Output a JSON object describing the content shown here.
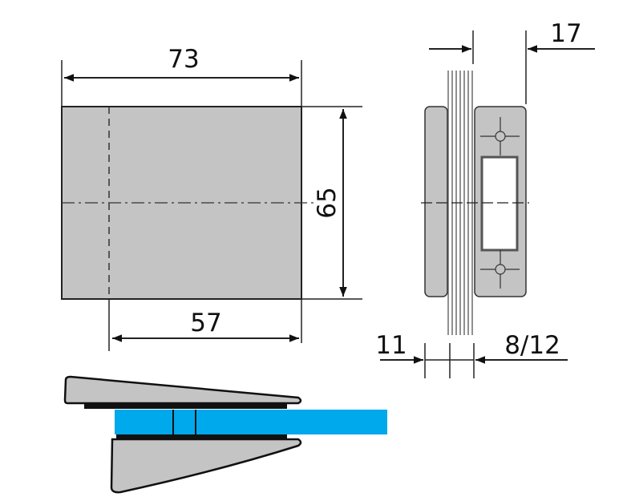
{
  "drawing": {
    "front_view": {
      "width_label": "73",
      "height_label": "65",
      "hole_offset_label": "57"
    },
    "side_view": {
      "depth_label": "17",
      "glass_gap_label": "11",
      "glass_thickness_label": "8/12"
    },
    "section_view": {
      "glass_color": "#00a8ec",
      "body_color": "#c4c4c4"
    }
  }
}
